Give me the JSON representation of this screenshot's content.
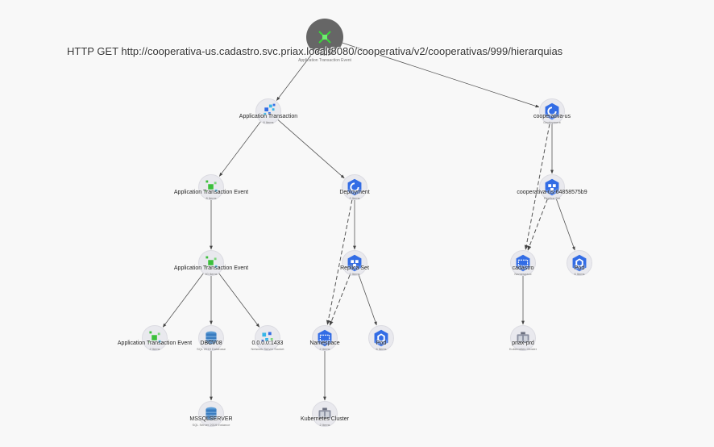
{
  "title": "HTTP GET http://cooperativa-us.cadastro.svc.priax.local:8080/cooperativa/v2/cooperativas/999/hierarquias",
  "root_subtitle": "Application Transaction Event",
  "nodes": {
    "app_transaction": {
      "label": "Application Transaction",
      "sub": "6 Items",
      "icon": "app-transaction-icon"
    },
    "ate_1": {
      "label": "Application Transaction Event",
      "sub": "8 Items",
      "icon": "app-event-icon"
    },
    "ate_2": {
      "label": "Application Transaction Event",
      "sub": "40 Items",
      "icon": "app-event-icon"
    },
    "ate_3": {
      "label": "Application Transaction Event",
      "sub": "2 Items",
      "icon": "app-event-icon"
    },
    "dbcv08": {
      "label": "DBCV08",
      "sub": "SQL 2019 Database",
      "icon": "database-icon"
    },
    "socket": {
      "label": "0.0.0.0:1433",
      "sub": "Network Server Socket",
      "icon": "socket-icon"
    },
    "mssqlserver": {
      "label": "MSSQLSERVER",
      "sub": "SQL Server 2019 Instance",
      "icon": "database-icon"
    },
    "deployment": {
      "label": "Deployment",
      "sub": "2 Items",
      "icon": "deployment-icon"
    },
    "replicaset_left": {
      "label": "Replica Set",
      "sub": "2 Items",
      "icon": "replicaset-icon"
    },
    "namespace_left": {
      "label": "Namespace",
      "sub": "2 Items",
      "icon": "namespace-icon"
    },
    "pod_left": {
      "label": "Pod",
      "sub": "6 Items",
      "icon": "pod-icon"
    },
    "cluster_left": {
      "label": "Kubernetes Cluster",
      "sub": "2 Items",
      "icon": "cluster-icon"
    },
    "coop_us": {
      "label": "cooperativa-us",
      "sub": "Deployment",
      "icon": "deployment-icon"
    },
    "coop_rs": {
      "label": "cooperativa-us-64858575b9",
      "sub": "Replica Set",
      "icon": "replicaset-icon"
    },
    "cadastro": {
      "label": "cadastro",
      "sub": "Namespace",
      "icon": "namespace-icon"
    },
    "pod_right": {
      "label": "Pod",
      "sub": "6 Items",
      "icon": "pod-icon"
    },
    "priax_prd": {
      "label": "priax-prd",
      "sub": "Kubernetes Cluster",
      "icon": "cluster-icon"
    }
  },
  "colors": {
    "blue": "#326ce5",
    "green": "#3bbf3b",
    "cyan": "#36b5e8",
    "edge": "#555555",
    "root": "#666666"
  }
}
